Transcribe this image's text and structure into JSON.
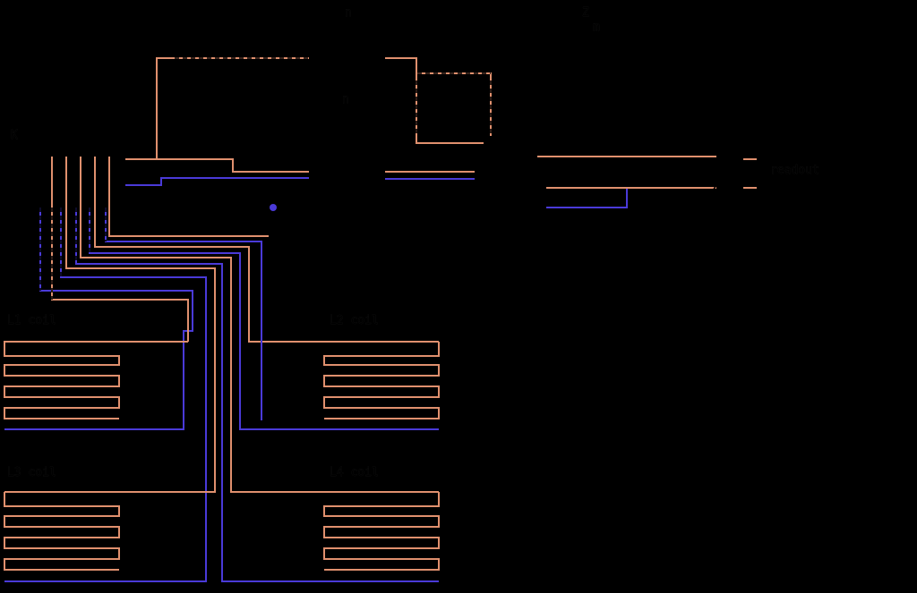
{
  "diagram": {
    "colors": {
      "background": "#000000",
      "wire_orange": "#e0906e",
      "wire_blue": "#4a3ad8",
      "ink": "#000000"
    },
    "labels": {
      "top_note": "n",
      "top_right": "Z",
      "top_right_sub": "m",
      "left_rail": "K",
      "mid_left": "n",
      "output_label": "readout",
      "coil_tl": "L1 coil",
      "coil_tr": "L2 coil",
      "coil_bl": "L3 coil",
      "coil_br": "L4 coil"
    }
  }
}
